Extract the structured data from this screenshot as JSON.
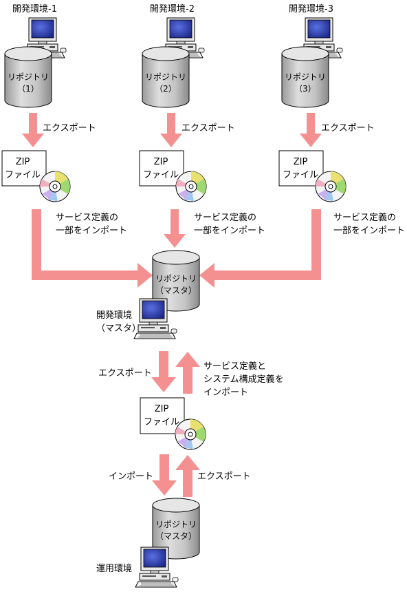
{
  "top_envs": [
    {
      "title": "開発環境-1",
      "repo_line1": "リポジトリ",
      "repo_line2": "（1）",
      "export_label": "エクスポート",
      "zip_line1": "ZIP",
      "zip_line2": "ファイル",
      "import_line1": "サービス定義の",
      "import_line2": "一部をインポート"
    },
    {
      "title": "開発環境-2",
      "repo_line1": "リポジトリ",
      "repo_line2": "（2）",
      "export_label": "エクスポート",
      "zip_line1": "ZIP",
      "zip_line2": "ファイル",
      "import_line1": "サービス定義の",
      "import_line2": "一部をインポート"
    },
    {
      "title": "開発環境-3",
      "repo_line1": "リポジトリ",
      "repo_line2": "（3）",
      "export_label": "エクスポート",
      "zip_line1": "ZIP",
      "zip_line2": "ファイル",
      "import_line1": "サービス定義の",
      "import_line2": "一部をインポート"
    }
  ],
  "master": {
    "repo_line1": "リポジトリ",
    "repo_line2": "（マスタ）",
    "env_line1": "開発環境",
    "env_line2": "（マスタ）"
  },
  "middle": {
    "export_label": "エクスポート",
    "import_line1": "サービス定義と",
    "import_line2": "システム構成定義を",
    "import_line3": "インポート",
    "zip_line1": "ZIP",
    "zip_line2": "ファイル"
  },
  "bottom": {
    "import_label": "インポート",
    "export_label": "エクスポート",
    "repo_line1": "リポジトリ",
    "repo_line2": "（マスタ）",
    "env_label": "運用環境"
  },
  "colors": {
    "arrow": "#f59090",
    "cylinder": "#d8d8d8",
    "screen": "#2c3ea8"
  }
}
